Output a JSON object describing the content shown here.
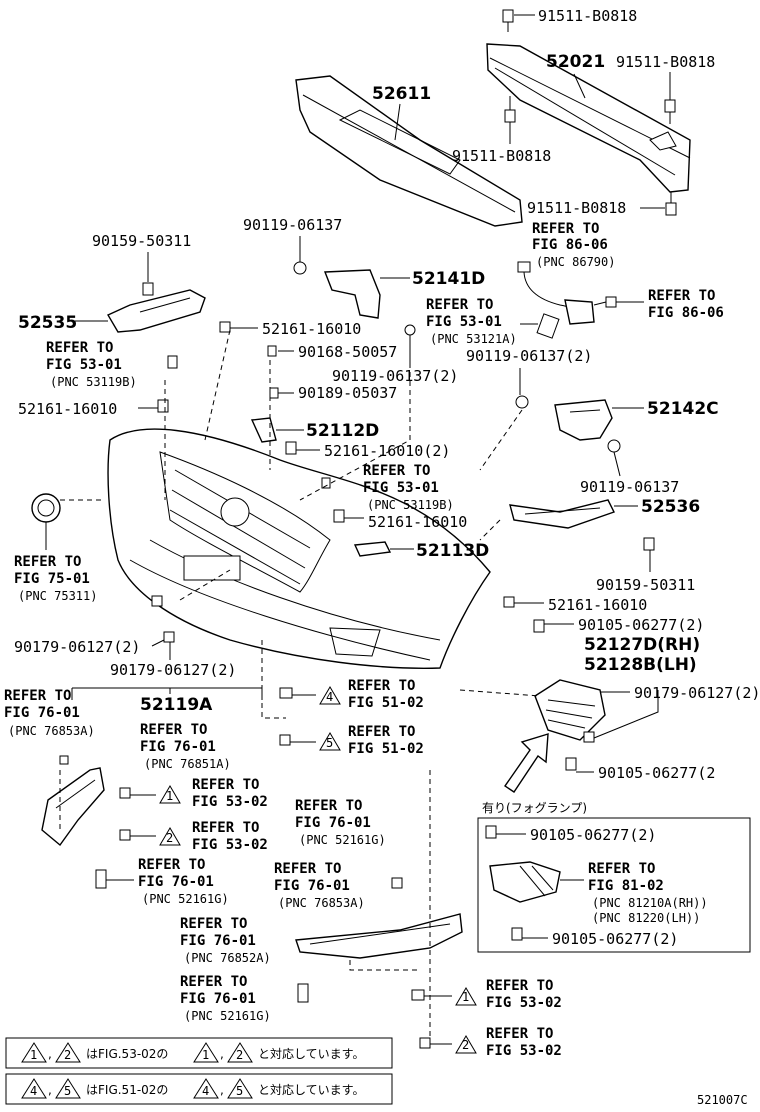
{
  "parts": {
    "p_91511_top": "91511-B0818",
    "p_52021": "52021",
    "p_91511_right": "91511-B0818",
    "p_52611": "52611",
    "p_91511_mid": "91511-B0818",
    "p_91511_low": "91511-B0818",
    "p_90119_a": "90119-06137",
    "p_90159_a": "90159-50311",
    "p_52141D": "52141D",
    "p_52535": "52535",
    "p_52161_a": "52161-16010",
    "p_90168": "90168-50057",
    "p_90119_b": "90119-06137(2)",
    "p_90189": "90189-05037",
    "p_52161_b": "52161-16010",
    "p_52112D": "52112D",
    "p_52161_c": "52161-16010(2)",
    "p_90119_c": "90119-06137(2)",
    "p_52142C": "52142C",
    "p_90119_d": "90119-06137",
    "p_52161_d": "52161-16010",
    "p_52536": "52536",
    "p_52113D": "52113D",
    "p_90159_b": "90159-50311",
    "p_52161_e": "52161-16010",
    "p_90105_a": "90105-06277(2)",
    "p_52127D": "52127D(RH)",
    "p_52128B": "52128B(LH)",
    "p_90179_a": "90179-06127(2)",
    "p_90179_b": "90179-06127(2)",
    "p_90179_c": "90179-06127(2)",
    "p_52119A": "52119A",
    "p_90105_b": "90105-06277(2",
    "p_90105_c": "90105-06277(2)",
    "p_90105_d": "90105-06277(2)"
  },
  "refs": {
    "r_86_06_top": {
      "l1": "REFER TO",
      "l2": "FIG 86-06",
      "l3": "(PNC 86790)"
    },
    "r_86_06_side": {
      "l1": "REFER TO",
      "l2": "FIG 86-06"
    },
    "r_53_01_a": {
      "l1": "REFER TO",
      "l2": "FIG 53-01",
      "l3": "(PNC 53121A)"
    },
    "r_53_01_b": {
      "l1": "REFER TO",
      "l2": "FIG 53-01",
      "l3": "(PNC 53119B)"
    },
    "r_53_01_c": {
      "l1": "REFER TO",
      "l2": "FIG 53-01",
      "l3": "(PNC 53119B)"
    },
    "r_75_01": {
      "l1": "REFER TO",
      "l2": "FIG 75-01",
      "l3": "(PNC 75311)"
    },
    "r_76_01_a": {
      "l1": "REFER TO",
      "l2": "FIG 76-01",
      "l3": "(PNC 76853A)"
    },
    "r_76_01_b": {
      "l1": "REFER TO",
      "l2": "FIG 76-01",
      "l3": "(PNC 76851A)"
    },
    "r_51_02_a": {
      "l1": "REFER TO",
      "l2": "FIG 51-02",
      "num": "4"
    },
    "r_51_02_b": {
      "l1": "REFER TO",
      "l2": "FIG 51-02",
      "num": "5"
    },
    "r_53_02_a": {
      "l1": "REFER TO",
      "l2": "FIG 53-02",
      "num": "1"
    },
    "r_53_02_b": {
      "l1": "REFER TO",
      "l2": "FIG 53-02",
      "num": "2"
    },
    "r_76_01_c": {
      "l1": "REFER TO",
      "l2": "FIG 76-01",
      "l3": "(PNC 52161G)"
    },
    "r_76_01_d": {
      "l1": "REFER TO",
      "l2": "FIG 76-01",
      "l3": "(PNC 52161G)"
    },
    "r_76_01_e": {
      "l1": "REFER TO",
      "l2": "FIG 76-01",
      "l3": "(PNC 76853A)"
    },
    "r_76_01_f": {
      "l1": "REFER TO",
      "l2": "FIG 76-01",
      "l3": "(PNC 76852A)"
    },
    "r_76_01_g": {
      "l1": "REFER TO",
      "l2": "FIG 76-01",
      "l3": "(PNC 52161G)"
    },
    "r_81_02": {
      "l1": "REFER TO",
      "l2": "FIG 81-02",
      "l3": "(PNC 81210A(RH))",
      "l4": "(PNC 81220(LH))"
    },
    "r_53_02_c": {
      "l1": "REFER TO",
      "l2": "FIG 53-02",
      "num": "1"
    },
    "r_53_02_d": {
      "l1": "REFER TO",
      "l2": "FIG 53-02",
      "num": "2"
    }
  },
  "foglamp_label": "有り(フォグランプ)",
  "notes": {
    "n1": {
      "a": "1",
      "b": "2",
      "mid": "はFIG.53-02の",
      "c": "1",
      "d": "2",
      "end": "と対応しています。"
    },
    "n2": {
      "a": "4",
      "b": "5",
      "mid": "はFIG.51-02の",
      "c": "4",
      "d": "5",
      "end": "と対応しています。"
    }
  },
  "figure_code": "521007C"
}
